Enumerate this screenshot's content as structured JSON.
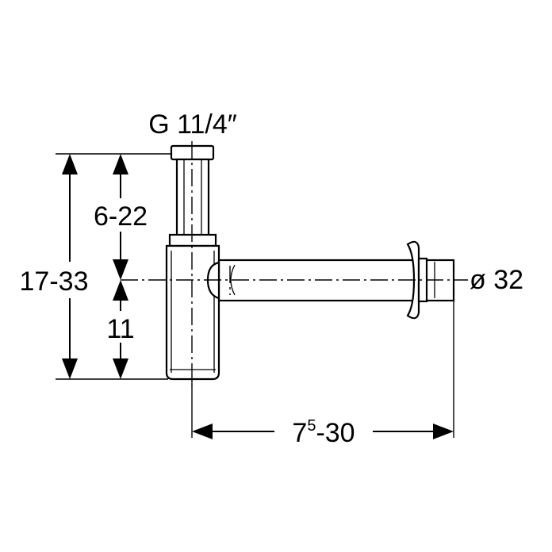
{
  "diagram": {
    "thread_label": "G 11/4″",
    "dim_total_height": "17-33",
    "dim_upper_height": "6-22",
    "dim_lower_height": "11",
    "dim_length_base": "7",
    "dim_length_sup": "5",
    "dim_length_rest": "-30",
    "dim_diameter": "ø 32",
    "colors": {
      "line": "#000000",
      "background": "#ffffff"
    }
  }
}
